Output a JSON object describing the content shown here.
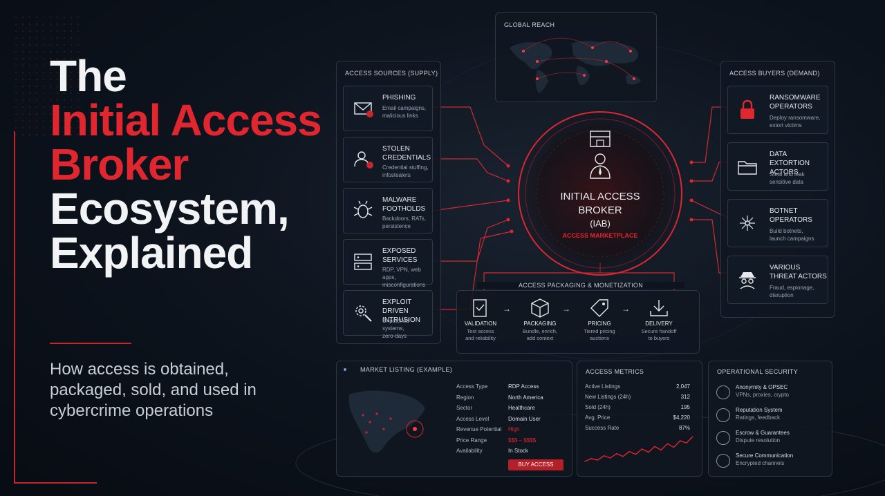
{
  "title": {
    "line1": "The",
    "line2": "Initial Access",
    "line3": "Broker",
    "line4": "Ecosystem,",
    "line5": "Explained"
  },
  "subtitle": "How access is obtained, packaged, sold, and used in cybercrime operations",
  "colors": {
    "accent": "#e0262f",
    "panel": "#111925",
    "border": "#2b3646"
  },
  "global_reach": {
    "title": "GLOBAL REACH"
  },
  "sources": {
    "title": "ACCESS SOURCES (SUPPLY)",
    "items": [
      {
        "title1": "PHISHING",
        "title2": "",
        "desc1": "Email campaigns,",
        "desc2": "malicious links",
        "icon": "email-icon"
      },
      {
        "title1": "STOLEN",
        "title2": "CREDENTIALS",
        "desc1": "Credential stuffing,",
        "desc2": "infostealers",
        "icon": "user-card-icon"
      },
      {
        "title1": "MALWARE",
        "title2": "FOOTHOLDS",
        "desc1": "Backdoors, RATs,",
        "desc2": "persistence",
        "icon": "bug-icon"
      },
      {
        "title1": "EXPOSED",
        "title2": "SERVICES",
        "desc1": "RDP, VPN, web apps,",
        "desc2": "misconfigurations",
        "icon": "server-icon"
      },
      {
        "title1": "EXPLOIT DRIVEN",
        "title2": "INTRUSION",
        "desc1": "Unpatched systems,",
        "desc2": "zero-days",
        "icon": "gear-search-icon"
      }
    ]
  },
  "hub": {
    "line1": "INITIAL ACCESS",
    "line2": "BROKER",
    "line3": "(IAB)",
    "tag": "ACCESS MARKETPLACE"
  },
  "buyers": {
    "title": "ACCESS BUYERS (DEMAND)",
    "items": [
      {
        "title1": "RANSOMWARE",
        "title2": "OPERATORS",
        "desc1": "Deploy ransomware,",
        "desc2": "extort victims",
        "icon": "lock-icon"
      },
      {
        "title1": "DATA EXTORTION",
        "title2": "ACTORS",
        "desc1": "Steal and leak",
        "desc2": "sensitive data",
        "icon": "folder-icon"
      },
      {
        "title1": "BOTNET",
        "title2": "OPERATORS",
        "desc1": "Build botnets,",
        "desc2": "launch campaigns",
        "icon": "network-icon"
      },
      {
        "title1": "VARIOUS",
        "title2": "THREAT ACTORS",
        "desc1": "Fraud, espionage,",
        "desc2": "disruption",
        "icon": "spy-icon"
      }
    ]
  },
  "packaging": {
    "title": "ACCESS PACKAGING & MONETIZATION",
    "steps": [
      {
        "label": "VALIDATION",
        "desc1": "Test access",
        "desc2": "and reliability",
        "icon": "clipboard-check-icon"
      },
      {
        "label": "PACKAGING",
        "desc1": "Bundle, enrich,",
        "desc2": "add context",
        "icon": "box-icon"
      },
      {
        "label": "PRICING",
        "desc1": "Tiered pricing",
        "desc2": "auctions",
        "icon": "price-tag-icon"
      },
      {
        "label": "DELIVERY",
        "desc1": "Secure handoff",
        "desc2": "to buyers",
        "icon": "download-icon"
      }
    ]
  },
  "listing": {
    "title": "MARKET LISTING (EXAMPLE)",
    "rows": [
      {
        "k": "Access Type",
        "v": "RDP Access"
      },
      {
        "k": "Region",
        "v": "North America"
      },
      {
        "k": "Sector",
        "v": "Healthcare"
      },
      {
        "k": "Access Level",
        "v": "Domain User"
      },
      {
        "k": "Revenue Potential",
        "v": "High"
      },
      {
        "k": "Price Range",
        "v": "$$$ – $$$$"
      },
      {
        "k": "Availability",
        "v": "In Stock"
      }
    ],
    "button": "BUY ACCESS"
  },
  "metrics": {
    "title": "ACCESS METRICS",
    "rows": [
      {
        "k": "Active Listings",
        "v": "2,047"
      },
      {
        "k": "New Listings (24h)",
        "v": "312"
      },
      {
        "k": "Sold (24h)",
        "v": "195"
      },
      {
        "k": "Avg. Price",
        "v": "$4,220"
      },
      {
        "k": "Success Rate",
        "v": "87%"
      }
    ],
    "chart_data": {
      "type": "line",
      "values": [
        20,
        28,
        24,
        36,
        30,
        42,
        34,
        48,
        40,
        55,
        46,
        62,
        52,
        70,
        60,
        78,
        72,
        90
      ]
    }
  },
  "opsec": {
    "title": "OPERATIONAL SECURITY",
    "items": [
      {
        "t": "Anonymity & OPSEC",
        "d": "VPNs, proxies, crypto",
        "icon": "mask-icon"
      },
      {
        "t": "Reputation System",
        "d": "Ratings, feedback",
        "icon": "star-icon"
      },
      {
        "t": "Escrow & Guarantees",
        "d": "Dispute resolution",
        "icon": "shield-icon"
      },
      {
        "t": "Secure Communication",
        "d": "Encrypted channels",
        "icon": "lock-shield-icon"
      }
    ]
  }
}
